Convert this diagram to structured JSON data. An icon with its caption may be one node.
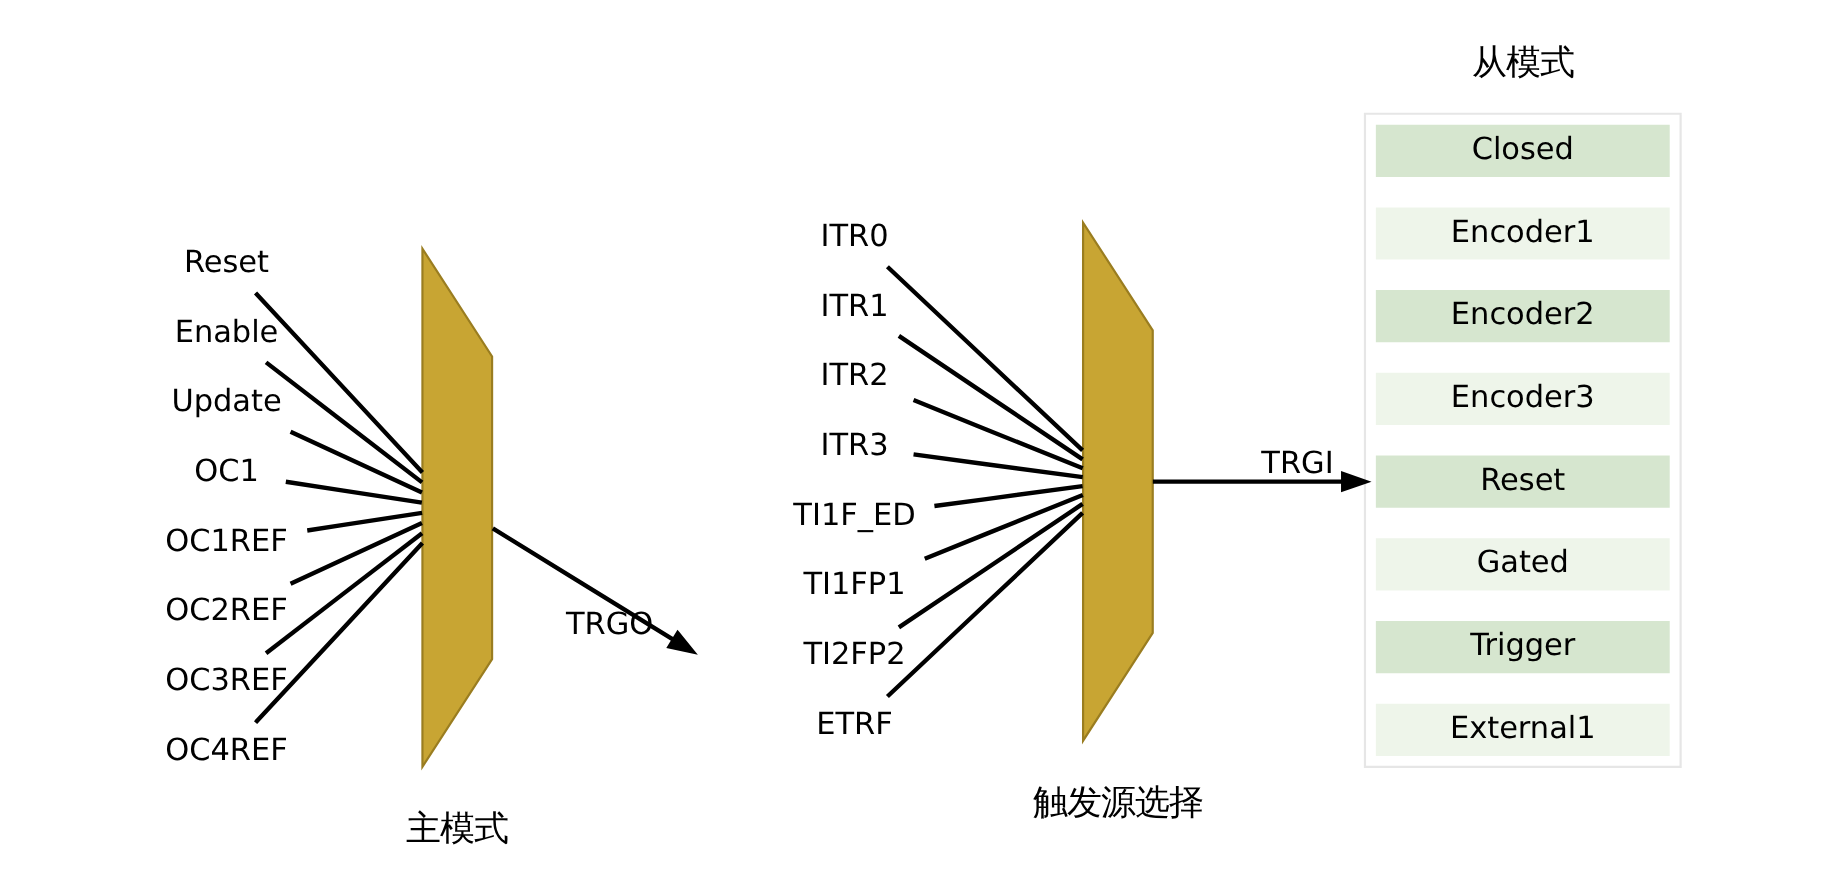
{
  "diagram": {
    "nodes": [
      {
        "text": [
          "Reset"
        ]
      },
      {
        "text": [
          "Enable"
        ]
      },
      {
        "text": [
          "Update"
        ]
      },
      {
        "text": [
          "OC1"
        ]
      },
      {
        "text": [
          "OC1REF"
        ]
      },
      {
        "text": [
          "OC2REF"
        ]
      },
      {
        "text": [
          "OC3REF"
        ]
      },
      {
        "text": [
          "OC4REF"
        ]
      },
      {
        "text": [],
        "shape": "trapezoid",
        "beside": [
          "主模式"
        ]
      },
      {
        "text": [
          "ITR0"
        ]
      },
      {
        "text": [
          "ITR1"
        ]
      },
      {
        "text": [
          "ITR2"
        ]
      },
      {
        "text": [
          "ITR3"
        ]
      },
      {
        "text": [
          "TI1F_ED"
        ]
      },
      {
        "text": [
          "TI1FP1"
        ]
      },
      {
        "text": [
          "TI2FP2"
        ]
      },
      {
        "text": [
          "ETRF"
        ]
      },
      {
        "text": [],
        "shape": "trapezoid",
        "beside": [
          "触发源选择"
        ]
      },
      {
        "text": [],
        "shape": "box"
      },
      {
        "text": [
          "Closed"
        ],
        "in": 18
      },
      {
        "text": [
          "Encoder1"
        ],
        "in": 18
      },
      {
        "text": [
          "Encoder2"
        ],
        "in": 18
      },
      {
        "text": [
          "Encoder3"
        ],
        "in": 18
      },
      {
        "text": [
          "Reset"
        ],
        "in": 18
      },
      {
        "text": [
          "Gated"
        ],
        "in": 18
      },
      {
        "text": [
          "Trigger"
        ],
        "in": 18
      },
      {
        "text": [
          "External1"
        ],
        "in": 18
      }
    ],
    "edges": [
      {
        "from": 0,
        "to": 8,
        "arrow": "none"
      },
      {
        "from": 1,
        "to": 8,
        "arrow": "none"
      },
      {
        "from": 2,
        "to": 8,
        "arrow": "none"
      },
      {
        "from": 3,
        "to": 8,
        "arrow": "none"
      },
      {
        "from": 4,
        "to": 8,
        "arrow": "none"
      },
      {
        "from": 5,
        "to": 8,
        "arrow": "none"
      },
      {
        "from": 6,
        "to": 8,
        "arrow": "none"
      },
      {
        "from": 7,
        "to": 8,
        "arrow": "none"
      },
      {
        "from": 8,
        "to": null,
        "arrow": "to",
        "label": "TRGO"
      },
      {
        "from": 9,
        "to": 17,
        "arrow": "none"
      },
      {
        "from": 10,
        "to": 17,
        "arrow": "none"
      },
      {
        "from": 11,
        "to": 17,
        "arrow": "none"
      },
      {
        "from": 12,
        "to": 17,
        "arrow": "none"
      },
      {
        "from": 13,
        "to": 17,
        "arrow": "none"
      },
      {
        "from": 14,
        "to": 17,
        "arrow": "none"
      },
      {
        "from": 15,
        "to": 17,
        "arrow": "none"
      },
      {
        "from": 16,
        "to": 17,
        "arrow": "none"
      },
      {
        "from": 17,
        "to": 18,
        "arrow": "to",
        "label": "TRGI"
      }
    ],
    "labels": [
      "从模式"
    ]
  }
}
